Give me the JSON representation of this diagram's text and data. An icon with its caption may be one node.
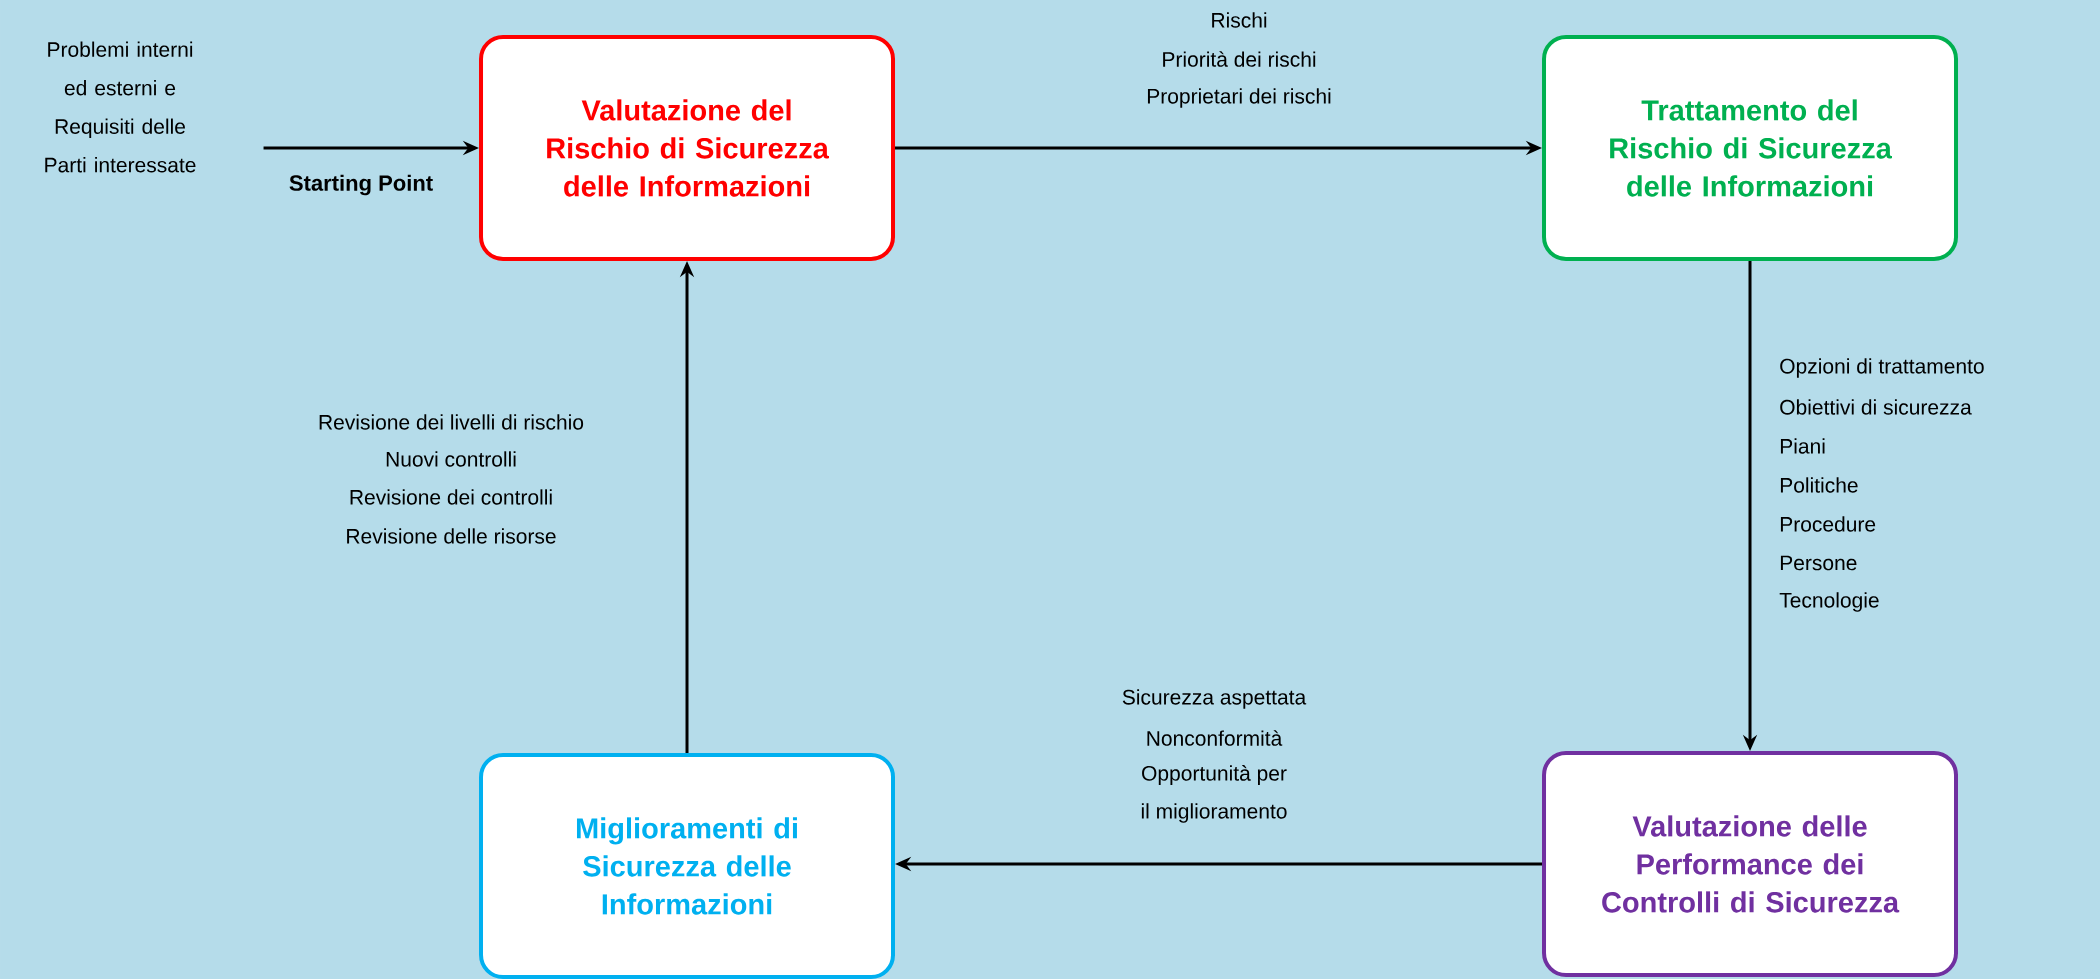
{
  "diagram": {
    "nodes": [
      {
        "text": [
          "Valutazione del Rischio di Sicurezza delle Informazioni"
        ]
      },
      {
        "text": [
          "Trattamento del Rischio di Sicurezza delle Informazioni"
        ]
      },
      {
        "text": [
          "Valutazione delle Performance dei Controlli di Sicurezza"
        ]
      },
      {
        "text": [
          "Miglioramenti di Sicurezza delle Informazioni"
        ]
      },
      {
        "text": [
          "Problemi interni ed esterni e Requisiti delle Parti interessate"
        ]
      }
    ],
    "edges": [
      {
        "from": 4,
        "to": 0,
        "arrow": "to",
        "label": "Starting Point"
      },
      {
        "from": 0,
        "to": 1,
        "arrow": "to"
      },
      {
        "from": 1,
        "to": 2,
        "arrow": "to"
      },
      {
        "from": 2,
        "to": 3,
        "arrow": "to"
      },
      {
        "from": 3,
        "to": 0,
        "arrow": "to"
      }
    ],
    "labels": [
      "Rischi",
      "Priorità dei rischi",
      "Proprietari dei rischi",
      "Revisione dei livelli di rischio",
      "Nuovi controlli",
      "Revisione dei controlli",
      "Revisione delle risorse",
      "Opzioni di trattamento",
      "Obiettivi di sicurezza",
      "Piani",
      "Politiche",
      "Procedure",
      "Persone",
      "Tecnologie",
      "Sicurezza aspettata",
      "Nonconformità",
      "Opportunità per",
      "il miglioramento"
    ]
  }
}
